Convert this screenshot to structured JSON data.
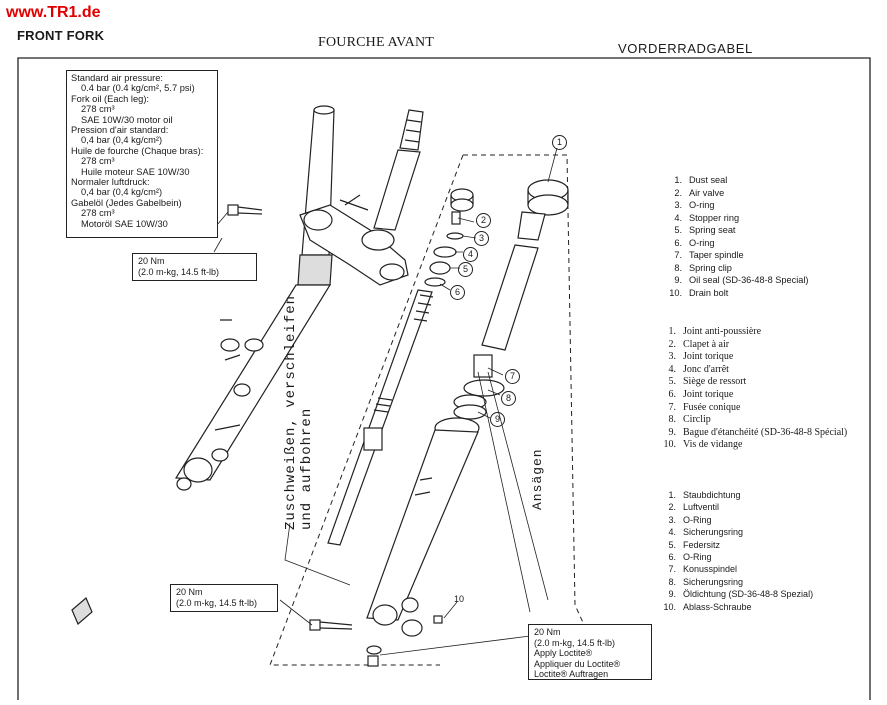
{
  "logo": "www.TR1.de",
  "headers": {
    "en": "FRONT FORK",
    "fr": "FOURCHE AVANT",
    "de": "VORDERRADGABEL"
  },
  "spec_box": [
    {
      "text": "Standard air pressure:",
      "indent": false
    },
    {
      "text": "0.4 bar (0.4 kg/cm², 5.7 psi)",
      "indent": true
    },
    {
      "text": "Fork oil (Each leg):",
      "indent": false
    },
    {
      "text": "278 cm³",
      "indent": true
    },
    {
      "text": "SAE 10W/30 motor oil",
      "indent": true
    },
    {
      "text": "Pression d'air standard:",
      "indent": false
    },
    {
      "text": "0,4 bar (0,4 kg/cm²)",
      "indent": true
    },
    {
      "text": "Huile de fourche (Chaque bras):",
      "indent": false
    },
    {
      "text": "278 cm³",
      "indent": true
    },
    {
      "text": "Huile moteur SAE 10W/30",
      "indent": true
    },
    {
      "text": "Normaler luftdruck:",
      "indent": false
    },
    {
      "text": "0,4 bar (0,4 kg/cm²)",
      "indent": true
    },
    {
      "text": "Gabelöl (Jedes Gabelbein)",
      "indent": false
    },
    {
      "text": "278 cm³",
      "indent": true
    },
    {
      "text": "Motoröl SAE 10W/30",
      "indent": true
    }
  ],
  "torque1": [
    "20 Nm",
    "(2.0 m-kg, 14.5 ft-lb)"
  ],
  "torque2": [
    "20 Nm",
    "(2.0 m-kg, 14.5 ft-lb)"
  ],
  "torque3": [
    "20 Nm",
    "(2.0 m-kg, 14.5 ft-lb)",
    "Apply Loctite®",
    "Appliquer du Loctite®",
    "Loctite® Auftragen"
  ],
  "parts_en": [
    "Dust seal",
    "Air valve",
    "O-ring",
    "Stopper ring",
    "Spring seat",
    "O-ring",
    "Taper spindle",
    "Spring clip",
    "Oil seal (SD-36-48-8 Special)",
    "Drain bolt"
  ],
  "parts_fr": [
    "Joint anti-poussière",
    "Clapet à air",
    "Joint torique",
    "Jonc d'arrêt",
    "Siège de ressort",
    "Joint torique",
    "Fusée conique",
    "Circlip",
    "Bague d'étanchéité (SD-36-48-8 Spécial)",
    "Vis de vidange"
  ],
  "parts_de": [
    "Staubdichtung",
    "Luftventil",
    "O-Ring",
    "Sicherungsring",
    "Federsitz",
    "O-Ring",
    "Konusspindel",
    "Sicherungsring",
    "Öldichtung (SD-36-48-8 Spezial)",
    "Ablass-Schraube"
  ],
  "vertical_text": {
    "line1": "Zuschweißen, verschleifen",
    "line2": "und aufbohren",
    "cut": "Ansägen"
  },
  "callouts": [
    "1",
    "2",
    "3",
    "4",
    "5",
    "6",
    "7",
    "8",
    "9",
    "10"
  ]
}
